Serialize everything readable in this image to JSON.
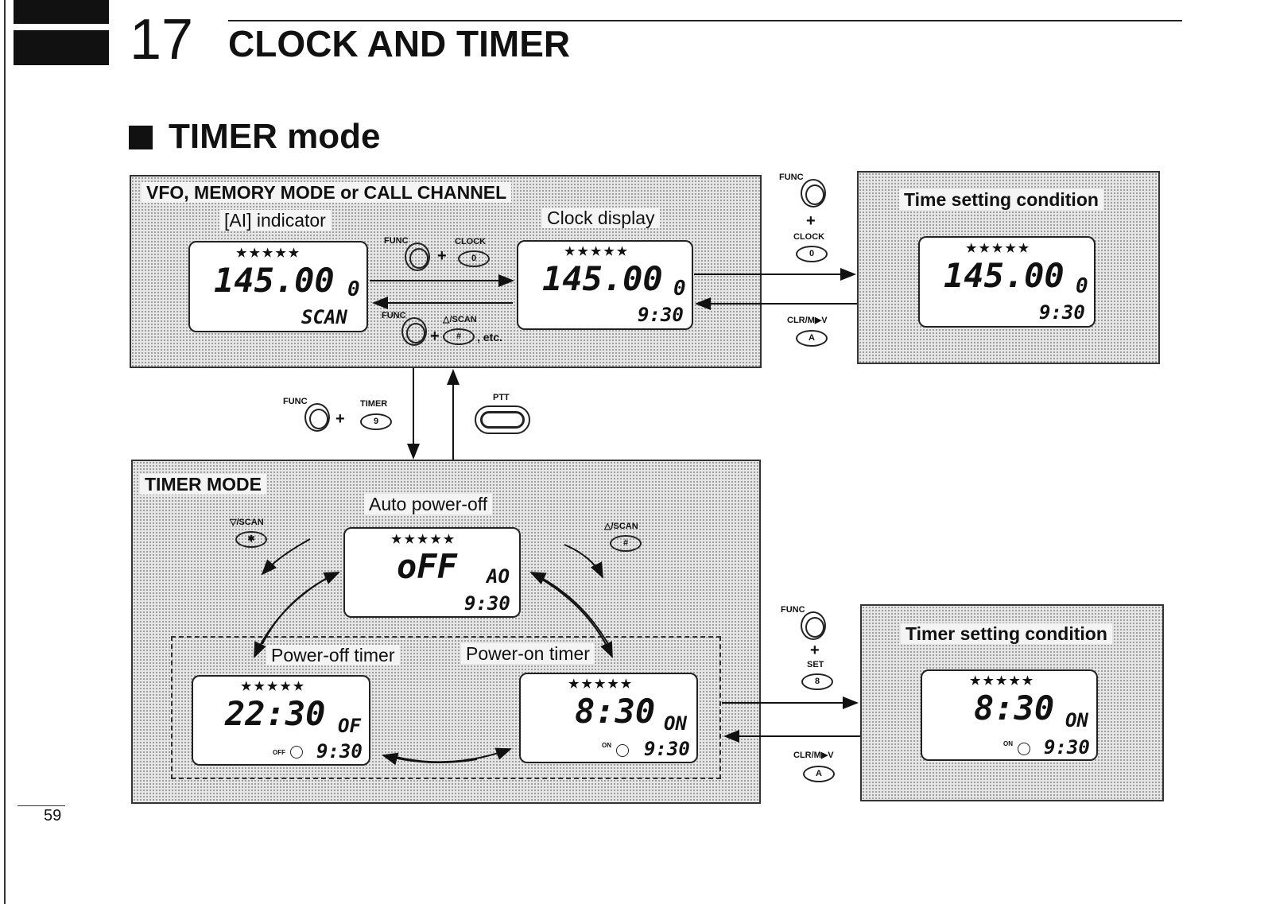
{
  "header": {
    "chapter_number": "17",
    "chapter_title": "CLOCK AND TIMER",
    "section_title": "TIMER mode",
    "page_number": "59"
  },
  "vfo_box": {
    "title": "VFO, MEMORY MODE or CALL CHANNEL",
    "ai_caption": "[AI] indicator",
    "clock_caption": "Clock display"
  },
  "time_setting_box": {
    "title": "Time setting condition"
  },
  "timer_box": {
    "title": "TIMER MODE",
    "auto_caption": "Auto power-off",
    "off_caption": "Power-off timer",
    "on_caption": "Power-on timer"
  },
  "timer_setting_box": {
    "title": "Timer setting condition"
  },
  "lcds": {
    "ai": {
      "stars": "★★★★★",
      "main": "145.00",
      "channel": "0",
      "bottom": "SCAN"
    },
    "clock": {
      "stars": "★★★★★",
      "main": "145.00",
      "channel": "0",
      "bottom": "9:30"
    },
    "time_set": {
      "stars": "★★★★★",
      "main": "145.00",
      "channel": "0",
      "bottom": "9:30"
    },
    "auto": {
      "stars": "★★★★★",
      "main": "oFF",
      "mode": "AO",
      "bottom": "9:30"
    },
    "poweroff": {
      "stars": "★★★★★",
      "main": "22:30",
      "mode": "OF",
      "icon_label": "OFF",
      "bottom": "9:30"
    },
    "poweron": {
      "stars": "★★★★★",
      "main": "8:30",
      "mode": "ON",
      "icon_label": "ON",
      "bottom": "9:30"
    },
    "timer_set": {
      "stars": "★★★★★",
      "main": "8:30",
      "mode": "ON",
      "icon_label": "ON",
      "bottom": "9:30"
    }
  },
  "keys": {
    "func": "FUNC",
    "clock": "CLOCK",
    "clock_key": "0",
    "up_scan": "△/SCAN",
    "up_key": "#",
    "etc": ", etc.",
    "plus": "+",
    "clr": "CLR/M▶V",
    "clr_key": "A",
    "timer": "TIMER",
    "timer_key": "9",
    "ptt": "PTT",
    "down_scan": "▽/SCAN",
    "down_key": "✱",
    "set": "SET",
    "set_key": "8"
  }
}
